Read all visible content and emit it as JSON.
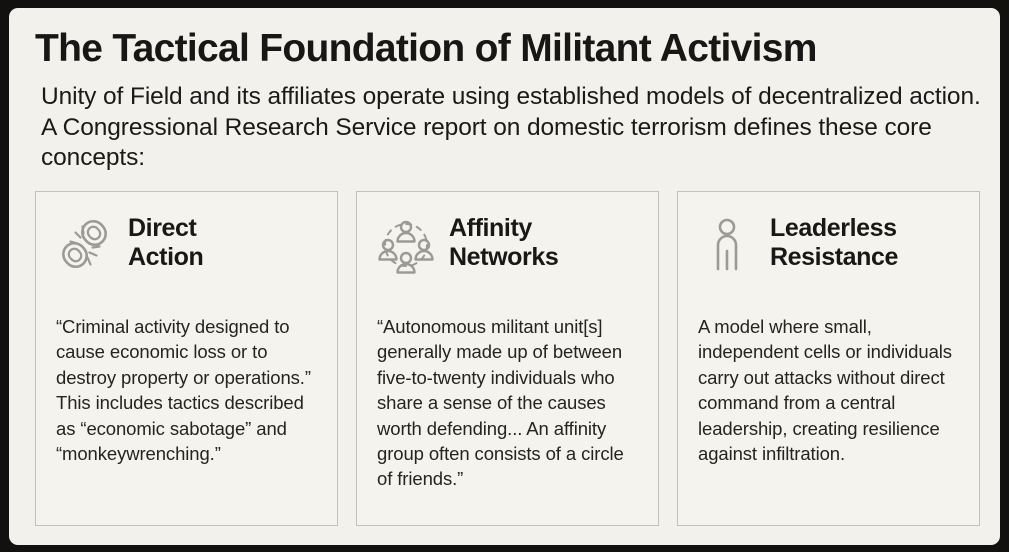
{
  "page": {
    "title": "The Tactical Foundation of Militant Activism",
    "intro": "Unity of Field and its affiliates operate using established models of decentralized action. A Congressional Research Service report on domestic terrorism defines these core concepts:",
    "background_color": "#f2f1ec",
    "frame_color": "#12110f",
    "card_background_color": "#f4f3ee",
    "card_border_color": "#c2c2bd",
    "icon_color": "#9b9b95",
    "text_color": "#1b1a18"
  },
  "cards": [
    {
      "icon": "broken-chain-link-icon",
      "title_line1": "Direct",
      "title_line2": "Action",
      "body": "“Criminal activity designed to cause economic loss or to destroy property or operations.” This includes tactics described as “economic sabotage” and “monkeywrenching.”"
    },
    {
      "icon": "affinity-network-people-icon",
      "title_line1": "Affinity",
      "title_line2": "Networks",
      "body": "“Autonomous militant unit[s] generally made up of between five-to-twenty individuals who share a sense of the causes worth defending... An affinity group often consists of a circle of friends.”"
    },
    {
      "icon": "standing-person-icon",
      "title_line1": "Leaderless",
      "title_line2": "Resistance",
      "body": "A model where small, independent cells or individuals carry out attacks without direct command from a central leadership, creating resilience against infiltration."
    }
  ]
}
